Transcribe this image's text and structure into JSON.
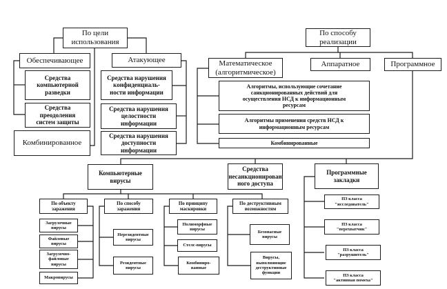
{
  "diagram": {
    "usage": {
      "title": "По цели\nиспользования",
      "providing": {
        "label": "Обеспечивающее",
        "items": [
          "Средства\nкомпьютерной\nразведки",
          "Средства\nпреодоления\nсистем защиты"
        ],
        "combined": "Комбинированное"
      },
      "attacking": {
        "label": "Атакующее",
        "items": [
          "Средства нарушения\nконфиденциаль-\nности информации",
          "Средства нарушения\nцелостности\nинформации",
          "Средства нарушения\nдоступности\nинформации"
        ]
      }
    },
    "implementation": {
      "title": "По способу\nреализации",
      "mathematical": {
        "label": "Математическое\n(алгоритмическое)",
        "items": [
          "Алгоритмы, использующие сочетание\nсанкционированных действий для\nосуществления НСД к информационным\nресурсам",
          "Алгоритмы применения средств НСД к\nинформационным ресурсам",
          "Комбинированные"
        ]
      },
      "hardware": "Аппаратное",
      "software": "Программное"
    },
    "software_kinds": {
      "viruses": {
        "label": "Компьютерные\nвирусы",
        "by_object": {
          "label": "По объекту\nзаражения",
          "items": [
            "Загрузочные\nвирусы",
            "Файловые\nвирусы",
            "Загрузочно-\nфайловые\nвирусы",
            "Макровирусы"
          ]
        },
        "by_method": {
          "label": "По способу\nзаражения",
          "items": [
            "Нерезидентные\nвирусы",
            "Резидентные\nвирусы"
          ]
        },
        "by_masking": {
          "label": "По принципу\nмаскировки",
          "items": [
            "Полиморфные\nвирусы",
            "Стелс-вирусы",
            "Комбиниро-\nванные"
          ]
        },
        "by_destructive": {
          "label": "По деструктивным\nвозможностям",
          "items": [
            "Безопасные\nвирусы",
            "Вирусы,\nвыполняющие\nдеструктивные\nфункции"
          ]
        }
      },
      "unauthorized_access": "Средства\nнесанкционирован\nного доступа",
      "bookmarks": {
        "label": "Программные\nзакладки",
        "items": [
          "ПЗ класса\n\"исследователь\"",
          "ПЗ класса\n\"перехватчик\"",
          "ПЗ класса\n\"разрушитель\"",
          "ПЗ класса\n\"активная помеха\""
        ]
      }
    }
  }
}
